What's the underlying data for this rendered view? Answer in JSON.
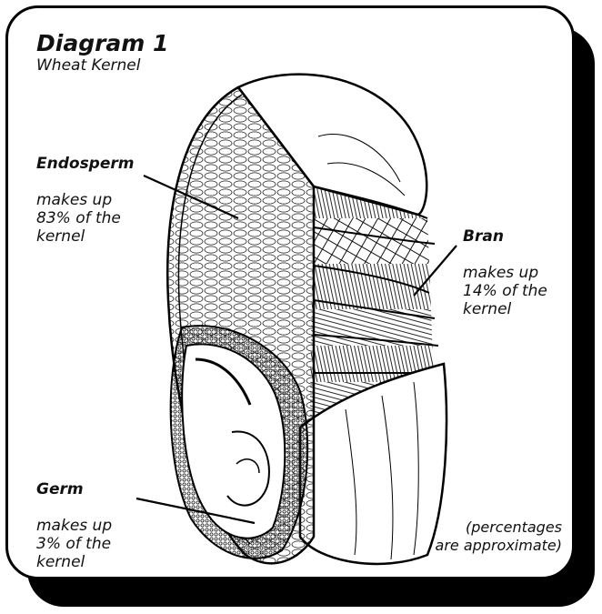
{
  "diagram": {
    "title": "Diagram 1",
    "subtitle": "Wheat Kernel",
    "labels": {
      "endosperm": {
        "name": "Endosperm",
        "desc": "makes up\n83% of the\nkernel"
      },
      "bran": {
        "name": "Bran",
        "desc": "makes up\n14% of the\nkernel"
      },
      "germ": {
        "name": "Germ",
        "desc": "makes up\n3% of the\nkernel"
      }
    },
    "footnote": "(percentages\nare approximate)"
  }
}
